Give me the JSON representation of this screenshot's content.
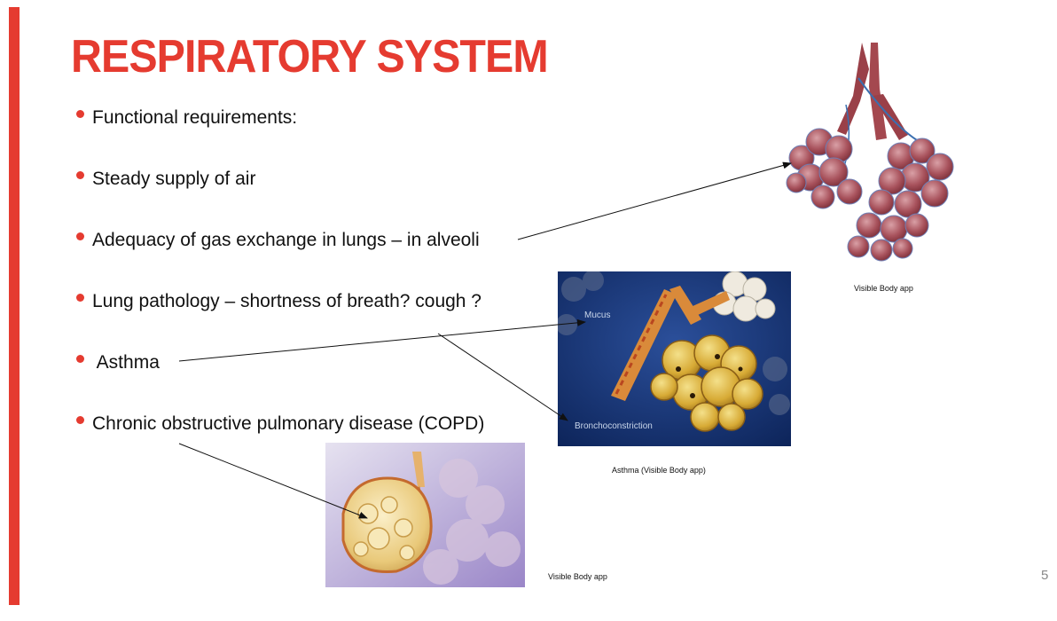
{
  "slide": {
    "title": "RESPIRATORY SYSTEM",
    "bullets": [
      "Functional requirements:",
      "Steady supply of air",
      "Adequacy of gas exchange in lungs – in alveoli",
      "Lung pathology – shortness of breath? cough ?",
      " Asthma",
      "Chronic obstructive pulmonary disease (COPD)"
    ],
    "captions": {
      "alveoli": "Visible Body app",
      "asthma": "Asthma (Visible Body app)",
      "copd": "Visible Body app"
    },
    "asthma_labels": {
      "mucus": "Mucus",
      "bronchoconstriction": "Bronchoconstriction"
    },
    "page_number": "5"
  },
  "colors": {
    "accent": "#e53b30",
    "text": "#111111"
  }
}
